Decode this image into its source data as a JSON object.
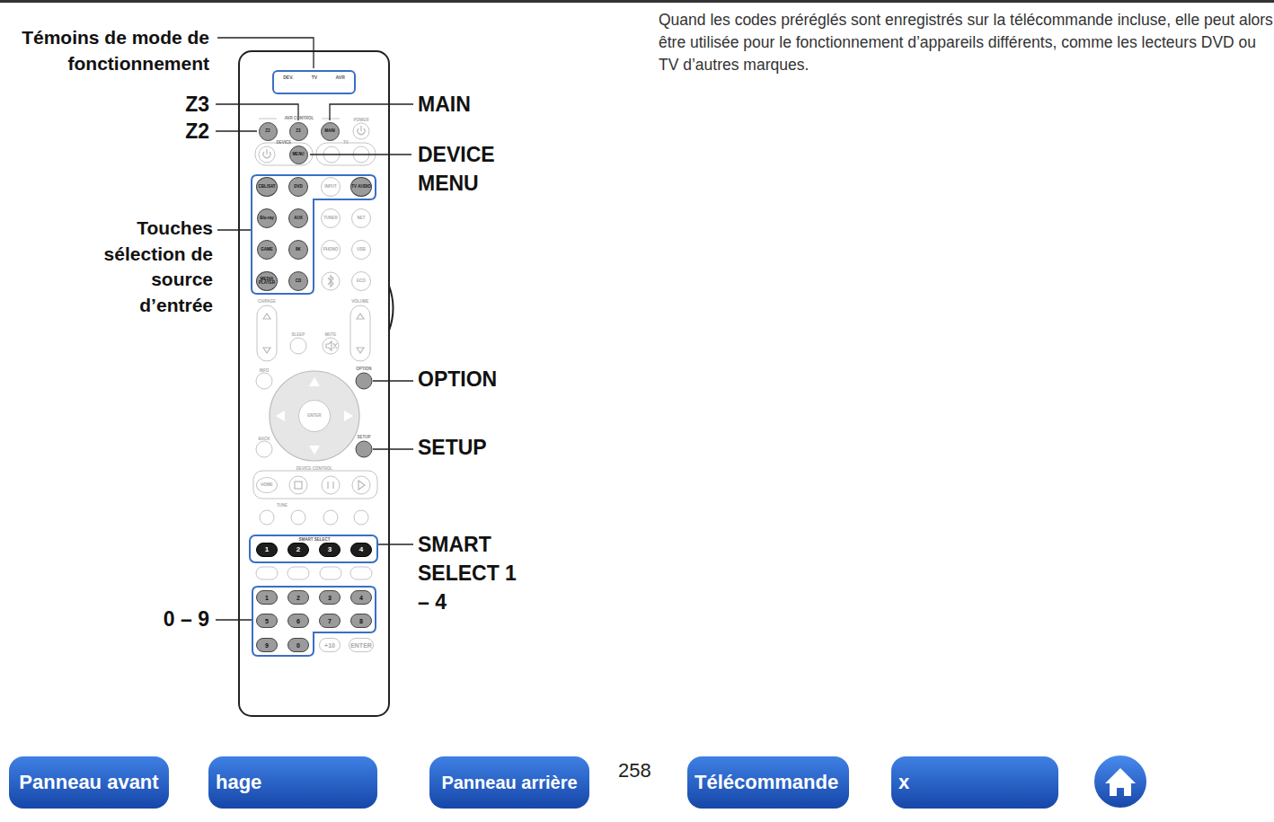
{
  "diagram": {
    "nodes": [
      {
        "text": [
          "DEV.",
          "TV",
          "AVR"
        ]
      },
      {
        "text": [
          "Z2"
        ]
      },
      {
        "text": [
          "Z3"
        ]
      },
      {
        "text": [
          "MAIN"
        ]
      },
      {
        "text": [
          "MENU"
        ]
      },
      {
        "text": [
          "CBL/SAT"
        ]
      },
      {
        "text": [
          "DVD"
        ]
      },
      {
        "text": [
          "INPUT"
        ]
      },
      {
        "text": [
          "TV AUDIO"
        ]
      },
      {
        "text": [
          "Blu-ray"
        ]
      },
      {
        "text": [
          "AUX"
        ]
      },
      {
        "text": [
          "TUNER"
        ]
      },
      {
        "text": [
          "NET"
        ]
      },
      {
        "text": [
          "GAME"
        ]
      },
      {
        "text": [
          "8K"
        ]
      },
      {
        "text": [
          "PHONO"
        ]
      },
      {
        "text": [
          "USB"
        ]
      },
      {
        "text": [
          "MEDIA PLAYER"
        ]
      },
      {
        "text": [
          "CD"
        ]
      },
      {
        "text": [
          "ECO"
        ]
      },
      {
        "text": [
          "ENTER"
        ]
      },
      {
        "text": [
          "HOME"
        ]
      },
      {
        "text": [
          "1"
        ]
      },
      {
        "text": [
          "2"
        ]
      },
      {
        "text": [
          "3"
        ]
      },
      {
        "text": [
          "4"
        ]
      },
      {
        "text": [
          "1"
        ]
      },
      {
        "text": [
          "2"
        ]
      },
      {
        "text": [
          "3"
        ]
      },
      {
        "text": [
          "4"
        ]
      },
      {
        "text": [
          "5"
        ]
      },
      {
        "text": [
          "6"
        ]
      },
      {
        "text": [
          "7"
        ]
      },
      {
        "text": [
          "8"
        ]
      },
      {
        "text": [
          "9"
        ]
      },
      {
        "text": [
          "0"
        ]
      },
      {
        "text": [
          "+10"
        ]
      },
      {
        "text": [
          "ENTER"
        ]
      },
      {
        "text": [
          "Panneau avant"
        ]
      },
      {
        "text": [
          "hage"
        ]
      },
      {
        "text": [
          "Panneau arrière"
        ]
      },
      {
        "text": [
          "Télécommande"
        ]
      },
      {
        "text": [
          "x"
        ]
      }
    ],
    "labels": [
      "Quand les codes préréglés sont enregistrés sur la télécommande incluse, elle peut alors être utilisée pour le fonctionnement d’appareils différents, comme les lecteurs DVD ou TV d’autres marques.",
      "Témoins de mode de fonctionnement",
      "Z3",
      "Z2",
      "MAIN",
      "DEVICE MENU",
      "Touches sélection de source d’entrée",
      "OPTION",
      "SETUP",
      "SMART SELECT 1 – 4",
      "0 – 9",
      "258",
      "AVR CONTROL",
      "POWER",
      "DEVICE",
      "TV",
      "CH/PAGE",
      "VOLUME",
      "SLEEP",
      "MUTE",
      "INFO",
      "OPTION",
      "BACK",
      "SETUP",
      "DEVICE CONTROL",
      "TUNE",
      "SMART SELECT"
    ]
  }
}
